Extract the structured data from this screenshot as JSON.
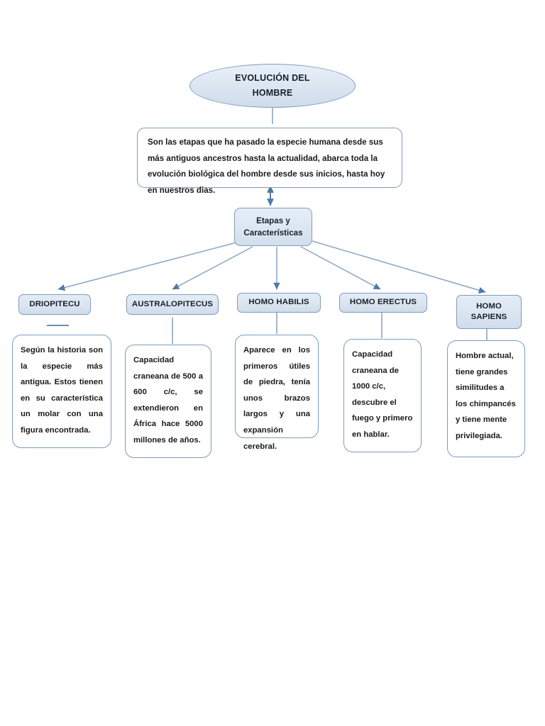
{
  "diagram": {
    "title_node": {
      "label": "EVOLUCIÓN DEL HOMBRE",
      "line1": "EVOLUCIÓN DEL",
      "line2": "HOMBRE"
    },
    "intro_node": {
      "text": "Son las etapas que ha pasado la especie humana desde sus más antiguos ancestros hasta la actualidad, abarca toda la evolución biológica del hombre desde sus inicios, hasta hoy en nuestros dias."
    },
    "stage_node": {
      "label": "Etapas y Características",
      "line1": "Etapas y",
      "line2": "Características"
    },
    "branches": [
      {
        "id": "driopitecu",
        "header": "DRIOPITECU",
        "header_line1": "DRIOPITECU",
        "header_line2": "",
        "description": "Según la historia son la especie más antigua. Estos tienen en su característica un molar con una figura encontrada.",
        "align": "just"
      },
      {
        "id": "australopitecus",
        "header": "AUSTRALOPITECUS",
        "header_line1": "AUSTRALOPITECUS",
        "header_line2": "",
        "description": "Capacidad craneana de 500 a 600 c/c, se extendieron en África hace 5000 millones de años.",
        "align": "just"
      },
      {
        "id": "homo-habilis",
        "header": "HOMO HABILIS",
        "header_line1": "HOMO HABILIS",
        "header_line2": "",
        "description": "Aparece en los primeros útiles de piedra, tenía unos brazos largos y una expansión cerebral.",
        "align": "just"
      },
      {
        "id": "homo-erectus",
        "header": "HOMO ERECTUS",
        "header_line1": "HOMO ERECTUS",
        "header_line2": "",
        "description": "Capacidad craneana de 1000 c/c, descubre el fuego y primero en hablar.",
        "align": "left"
      },
      {
        "id": "homo-sapiens",
        "header": "HOMO SAPIENS",
        "header_line1": "HOMO",
        "header_line2": "SAPIENS",
        "description": "Hombre actual, tiene grandes similitudes a los chimpancés y tiene mente privilegiada.",
        "align": "left"
      }
    ],
    "colors": {
      "node_border": "#7e9cbb",
      "node_fill": "#dce6f1",
      "box_fill": "#ffffff",
      "connector": "#8aa7c2",
      "arrow_head": "#4f7ba7",
      "text": "#17202a",
      "page_background": "#ffffff"
    }
  }
}
